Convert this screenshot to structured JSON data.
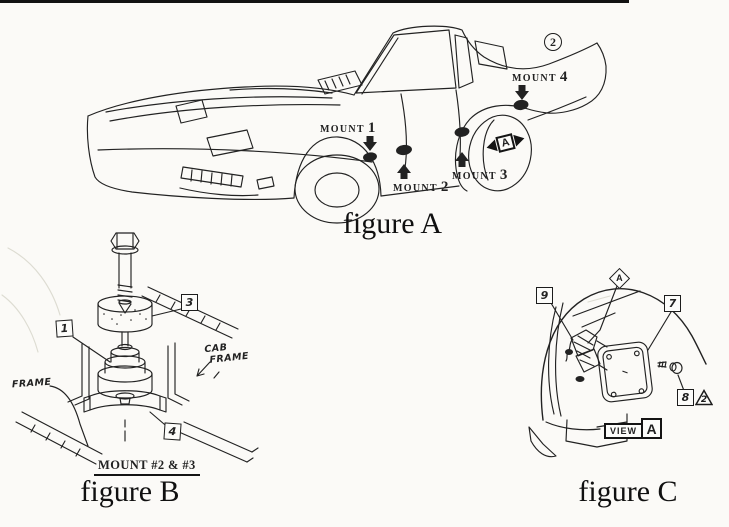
{
  "colors": {
    "ink": "#222222",
    "paper": "#fbfaf7"
  },
  "figure_a": {
    "caption": "figure A",
    "sheet_number": "2",
    "view_marker": "A",
    "mounts": [
      {
        "name": "MOUNT",
        "number": "1"
      },
      {
        "name": "MOUNT",
        "number": "2"
      },
      {
        "name": "MOUNT",
        "number": "3"
      },
      {
        "name": "MOUNT",
        "number": "4"
      }
    ]
  },
  "figure_b": {
    "caption": "figure B",
    "callout_1": "1",
    "callout_3": "3",
    "callout_4": "4",
    "frame_label": "FRAME",
    "cab_frame_line1": "CAB",
    "cab_frame_line2": "FRAME",
    "subtitle": "MOUNT #2 & #3"
  },
  "figure_c": {
    "caption": "figure C",
    "callout_9": "9",
    "callout_7": "7",
    "callout_8": "8",
    "detail_marker": "A",
    "triangle_note": "2",
    "view_word": "VIEW",
    "view_letter": "A"
  }
}
